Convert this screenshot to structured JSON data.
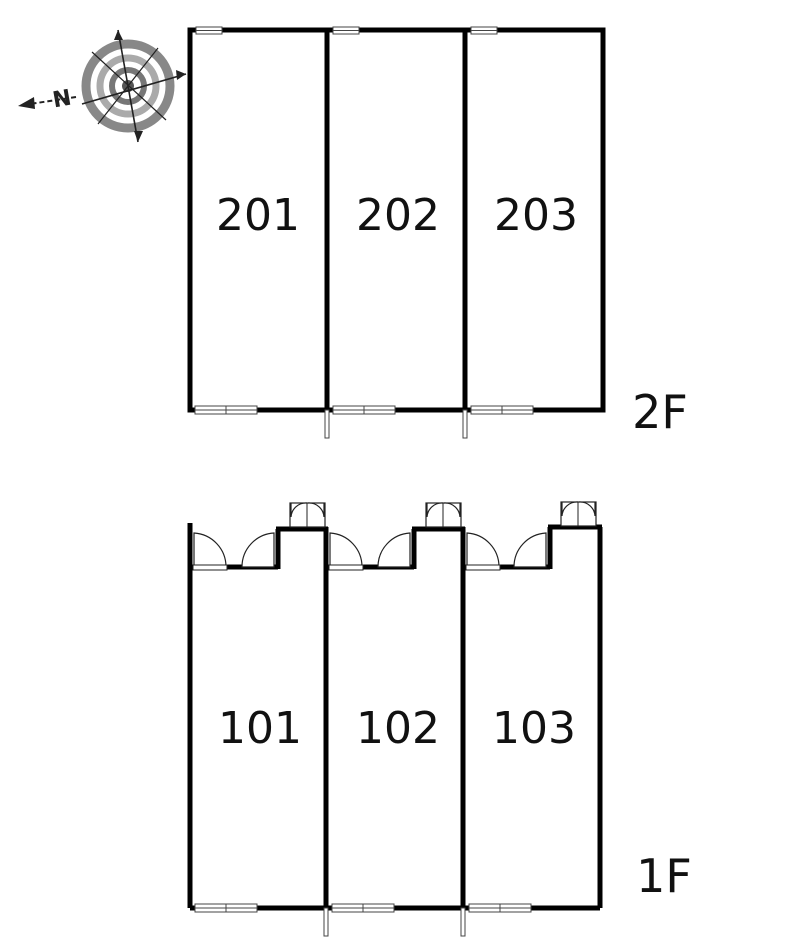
{
  "compass": {
    "north_label": "N"
  },
  "floors": [
    {
      "label": "2F",
      "rooms": [
        "201",
        "202",
        "203"
      ]
    },
    {
      "label": "1F",
      "rooms": [
        "101",
        "102",
        "103"
      ]
    }
  ]
}
